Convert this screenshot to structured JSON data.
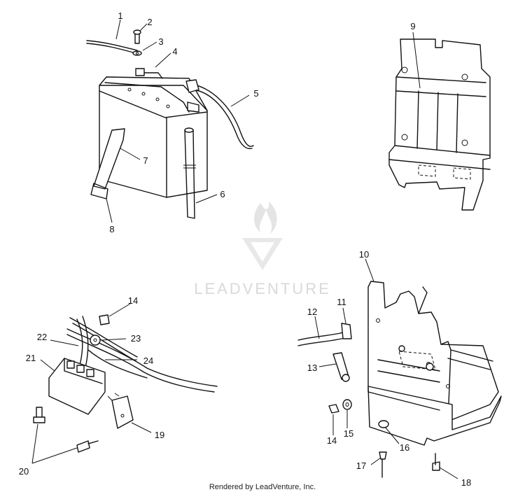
{
  "watermark": {
    "text": "LEADVENTURE"
  },
  "footer": {
    "text": "Rendered by LeadVenture, Inc."
  },
  "callouts": [
    {
      "id": "c1",
      "label": "1"
    },
    {
      "id": "c2",
      "label": "2"
    },
    {
      "id": "c3",
      "label": "3"
    },
    {
      "id": "c4",
      "label": "4"
    },
    {
      "id": "c5",
      "label": "5"
    },
    {
      "id": "c6",
      "label": "6"
    },
    {
      "id": "c7",
      "label": "7"
    },
    {
      "id": "c8",
      "label": "8"
    },
    {
      "id": "c9",
      "label": "9"
    },
    {
      "id": "c10",
      "label": "10"
    },
    {
      "id": "c11",
      "label": "11"
    },
    {
      "id": "c12",
      "label": "12"
    },
    {
      "id": "c13",
      "label": "13"
    },
    {
      "id": "c14a",
      "label": "14"
    },
    {
      "id": "c14b",
      "label": "14"
    },
    {
      "id": "c15",
      "label": "15"
    },
    {
      "id": "c16",
      "label": "16"
    },
    {
      "id": "c17",
      "label": "17"
    },
    {
      "id": "c18",
      "label": "18"
    },
    {
      "id": "c19",
      "label": "19"
    },
    {
      "id": "c20",
      "label": "20"
    },
    {
      "id": "c21",
      "label": "21"
    },
    {
      "id": "c22",
      "label": "22"
    },
    {
      "id": "c23",
      "label": "23"
    },
    {
      "id": "c24",
      "label": "24"
    }
  ]
}
